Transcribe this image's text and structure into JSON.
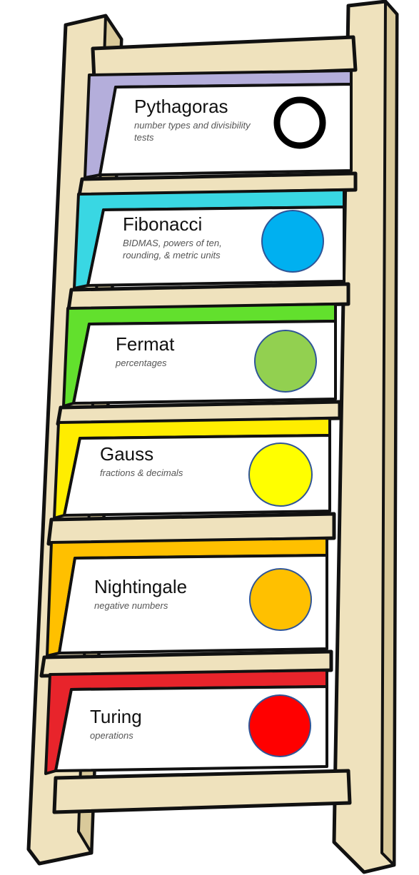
{
  "levels": [
    {
      "name": "Pythagoras",
      "topic": "number types and divisibility tests",
      "color": "#b4aedb",
      "dot_fill": "#ffffff",
      "dot_style": "ring"
    },
    {
      "name": "Fibonacci",
      "topic": "BIDMAS, powers of ten, rounding, & metric units",
      "color": "#39d7e3",
      "dot_fill": "#00b0f0",
      "dot_style": "solid"
    },
    {
      "name": "Fermat",
      "topic": "percentages",
      "color": "#62e02d",
      "dot_fill": "#92d050",
      "dot_style": "solid"
    },
    {
      "name": "Gauss",
      "topic": "fractions & decimals",
      "color": "#ffed00",
      "dot_fill": "#ffff00",
      "dot_style": "solid"
    },
    {
      "name": "Nightingale",
      "topic": "negative numbers",
      "color": "#ffc000",
      "dot_fill": "#ffc000",
      "dot_style": "solid"
    },
    {
      "name": "Turing",
      "topic": "operations",
      "color": "#e8242b",
      "dot_fill": "#ff0000",
      "dot_style": "solid"
    }
  ],
  "colors": {
    "wood": "#efe2bd",
    "outline": "#111111",
    "card": "#ffffff"
  }
}
